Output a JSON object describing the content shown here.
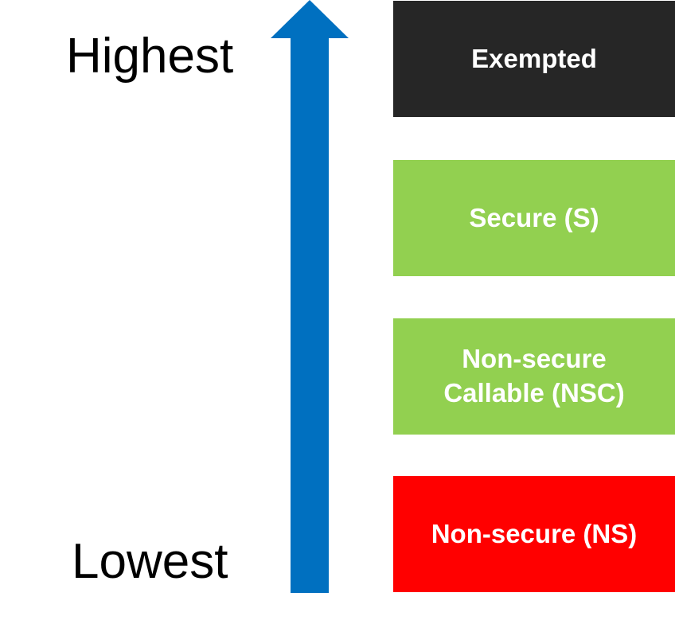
{
  "scale": {
    "highest_label": "Highest",
    "lowest_label": "Lowest",
    "arrow_color": "#0070c0"
  },
  "levels": [
    {
      "label": "Exempted",
      "color": "#262626"
    },
    {
      "label": "Secure (S)",
      "color": "#92d050"
    },
    {
      "label_line1": "Non-secure",
      "label_line2": "Callable (NSC)",
      "color": "#92d050"
    },
    {
      "label": "Non-secure (NS)",
      "color": "#ff0000"
    }
  ]
}
